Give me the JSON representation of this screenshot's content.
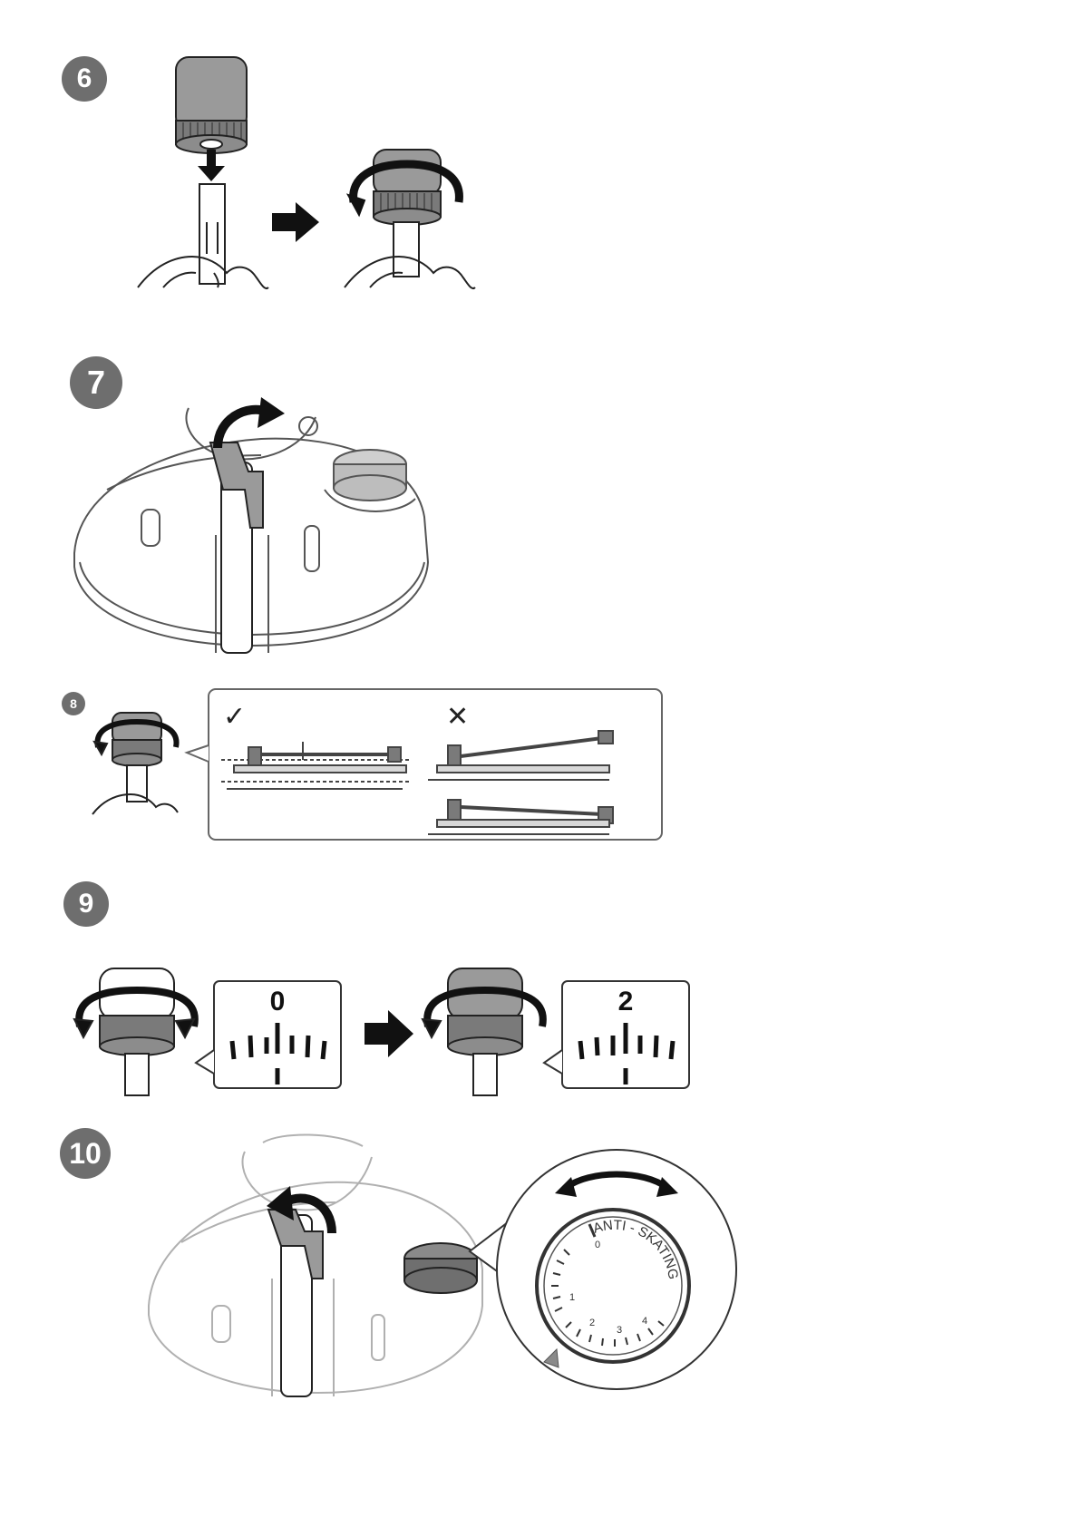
{
  "steps": {
    "s6": "6",
    "s7": "7",
    "s8": "8",
    "s9": "9",
    "s10": "10"
  },
  "step8": {
    "correct_mark": "✓",
    "wrong_mark": "✕"
  },
  "step9": {
    "gauge_before": "0",
    "gauge_after": "2"
  },
  "step10": {
    "dial_label": "ANTI - SKATING",
    "dial_numbers": [
      "0",
      "1",
      "2",
      "3",
      "4"
    ]
  }
}
